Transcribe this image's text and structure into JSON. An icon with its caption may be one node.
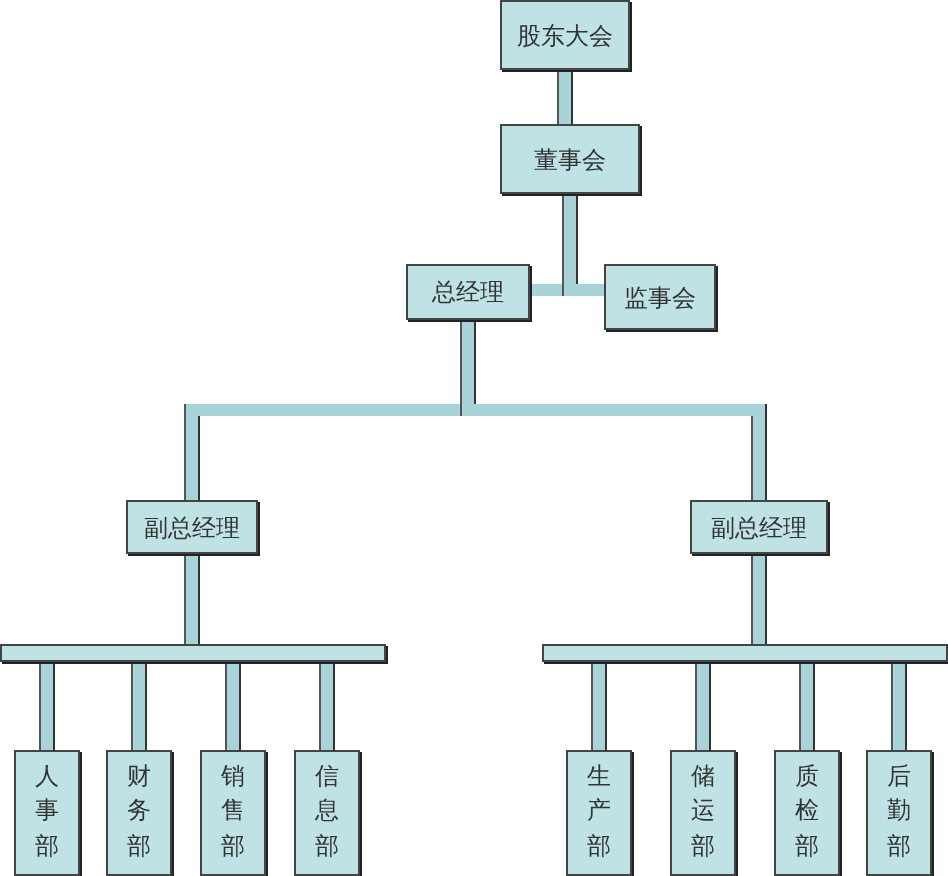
{
  "diagram": {
    "nodes": [
      {
        "text": [
          "股东大会"
        ]
      },
      {
        "text": [
          "董事会"
        ]
      },
      {
        "text": [
          "总经理"
        ]
      },
      {
        "text": [
          "监事会"
        ]
      },
      {
        "text": [
          "副总经理"
        ]
      },
      {
        "text": [
          "副总经理"
        ]
      },
      {
        "text": [],
        "shape": "bar"
      },
      {
        "text": [],
        "shape": "bar"
      },
      {
        "text": [
          "人事部"
        ]
      },
      {
        "text": [
          "财务部"
        ]
      },
      {
        "text": [
          "销售部"
        ]
      },
      {
        "text": [
          "信息部"
        ]
      },
      {
        "text": [
          "生产部"
        ]
      },
      {
        "text": [
          "储运部"
        ]
      },
      {
        "text": [
          "质检部"
        ]
      },
      {
        "text": [
          "后勤部"
        ]
      }
    ],
    "edges": [
      {
        "from": 0,
        "to": 1,
        "arrow": "none"
      },
      {
        "from": 1,
        "to": 2,
        "arrow": "none"
      },
      {
        "from": 1,
        "to": 3,
        "arrow": "none"
      },
      {
        "from": 2,
        "to": 4,
        "arrow": "none"
      },
      {
        "from": 2,
        "to": 5,
        "arrow": "none"
      },
      {
        "from": 4,
        "to": 6,
        "arrow": "none"
      },
      {
        "from": 5,
        "to": 7,
        "arrow": "none"
      },
      {
        "from": 6,
        "to": 8,
        "arrow": "none"
      },
      {
        "from": 6,
        "to": 9,
        "arrow": "none"
      },
      {
        "from": 6,
        "to": 10,
        "arrow": "none"
      },
      {
        "from": 6,
        "to": 11,
        "arrow": "none"
      },
      {
        "from": 7,
        "to": 12,
        "arrow": "none"
      },
      {
        "from": 7,
        "to": 13,
        "arrow": "none"
      },
      {
        "from": 7,
        "to": 14,
        "arrow": "none"
      },
      {
        "from": 7,
        "to": 15,
        "arrow": "none"
      }
    ]
  }
}
